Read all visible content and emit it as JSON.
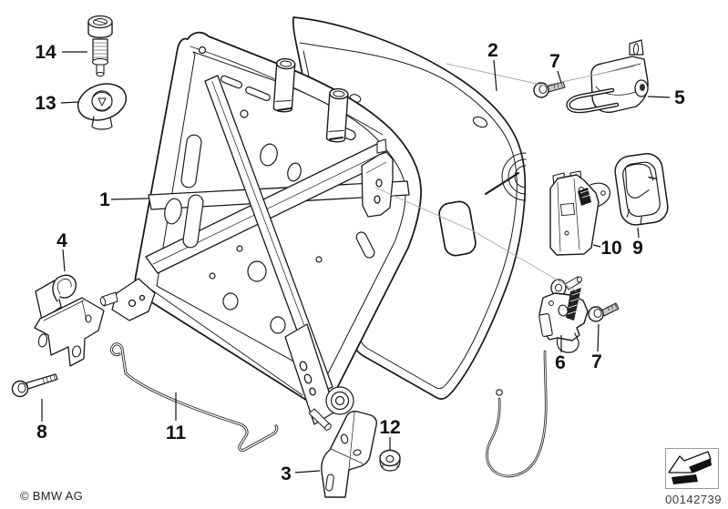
{
  "diagram": {
    "description_colors": {
      "line": "#1a1a1a",
      "background": "#ffffff",
      "construction_line": "#a8a8a8"
    },
    "callouts": [
      {
        "label": "1"
      },
      {
        "label": "2"
      },
      {
        "label": "3"
      },
      {
        "label": "4"
      },
      {
        "label": "5"
      },
      {
        "label": "6"
      },
      {
        "label": "7"
      },
      {
        "label": "7"
      },
      {
        "label": "8"
      },
      {
        "label": "9"
      },
      {
        "label": "10"
      },
      {
        "label": "11"
      },
      {
        "label": "12"
      },
      {
        "label": "13"
      },
      {
        "label": "14"
      }
    ]
  },
  "icons": {
    "direction_arrow": "direction-of-travel-arrow-icon"
  },
  "footer": {
    "copyright": "© BMW AG",
    "image_number": "00142739"
  }
}
